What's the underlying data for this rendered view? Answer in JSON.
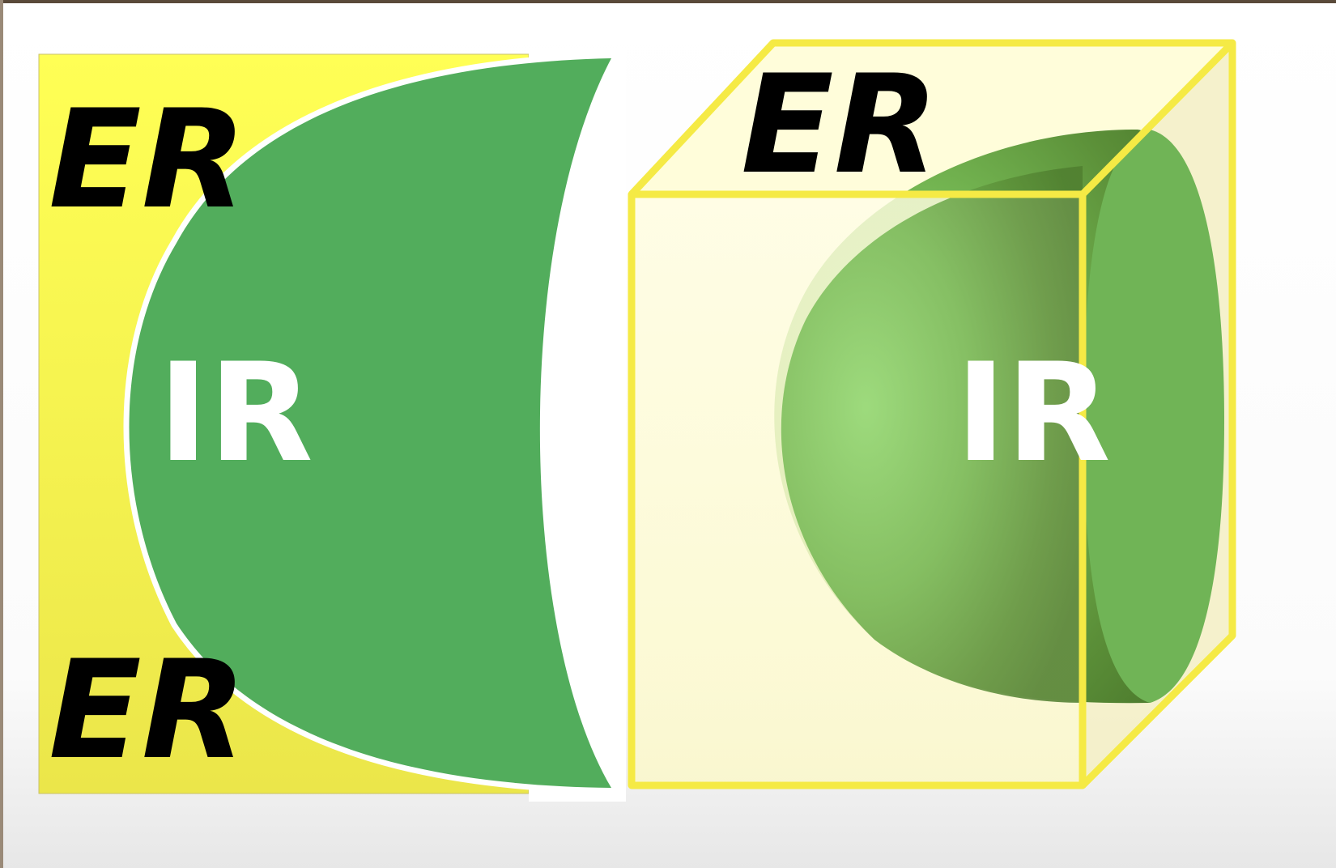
{
  "diagram": {
    "left_panel": {
      "er_top": "ER",
      "er_bottom": "ER",
      "ir": "IR"
    },
    "right_panel": {
      "er": "ER",
      "ir": "IR"
    }
  },
  "colors": {
    "er_region": "#ffff55",
    "ir_region": "#52ad5c",
    "box_outline": "#f5ea45",
    "box_fill": "#fffdd6",
    "solid_green": "#5fa84a",
    "cut_face": "#70b456",
    "label_dark": "#000000",
    "label_light": "#ffffff"
  }
}
